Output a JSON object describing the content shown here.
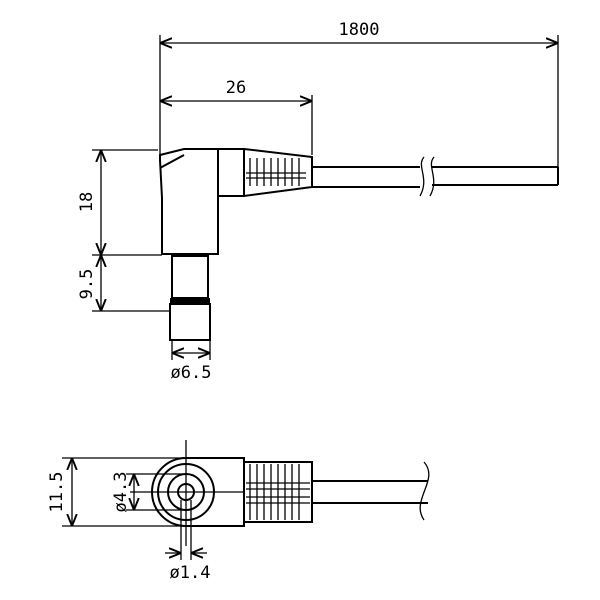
{
  "drawing": {
    "dimensions": {
      "overall_length": "1800",
      "plug_body_length": "26",
      "plug_height": "18",
      "pin_length": "9.5",
      "outer_diameter": "ø6.5",
      "head_width": "11.5",
      "inner_diameter": "ø4.3",
      "center_pin_diameter": "ø1.4"
    }
  }
}
